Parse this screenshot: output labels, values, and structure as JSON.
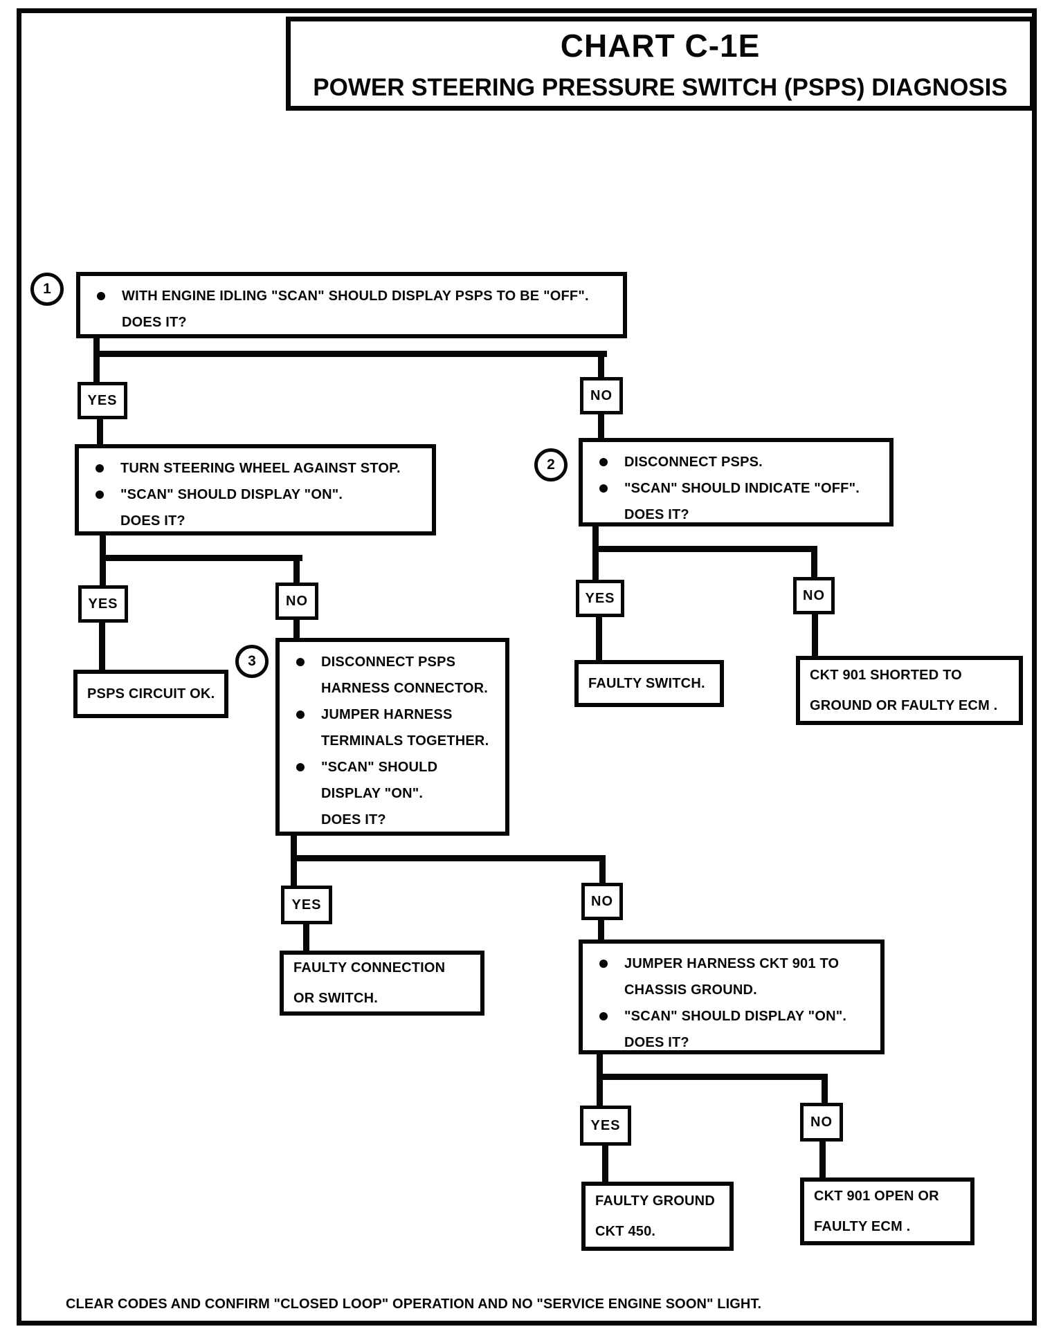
{
  "title": {
    "line1": "CHART C-1E",
    "line2": "POWER STEERING PRESSURE SWITCH (PSPS) DIAGNOSIS"
  },
  "labels": {
    "yes": "YES",
    "no": "NO"
  },
  "steps": {
    "s1": {
      "num": "1",
      "b1": "WITH ENGINE IDLING \"SCAN\" SHOULD DISPLAY PSPS TO BE \"OFF\".",
      "c1": "DOES IT?"
    },
    "s1yes": {
      "b1": "TURN STEERING WHEEL AGAINST STOP.",
      "b2": "\"SCAN\" SHOULD DISPLAY \"ON\".",
      "c1": "DOES IT?"
    },
    "s2": {
      "num": "2",
      "b1": "DISCONNECT PSPS.",
      "b2": "\"SCAN\" SHOULD INDICATE \"OFF\".",
      "c1": "DOES IT?"
    },
    "s3": {
      "num": "3",
      "b1a": "DISCONNECT PSPS",
      "b1b": "HARNESS CONNECTOR.",
      "b2a": "JUMPER HARNESS",
      "b2b": "TERMINALS TOGETHER.",
      "b3a": "\"SCAN\" SHOULD",
      "b3b": "DISPLAY \"ON\".",
      "c1": "DOES IT?"
    },
    "s4": {
      "b1a": "JUMPER HARNESS CKT 901 TO",
      "b1b": "CHASSIS GROUND.",
      "b2": "\"SCAN\" SHOULD DISPLAY \"ON\".",
      "c1": "DOES IT?"
    }
  },
  "results": {
    "psps_ok": {
      "l1": "PSPS CIRCUIT OK."
    },
    "faulty_switch": {
      "l1": "FAULTY SWITCH."
    },
    "ckt901_shorted": {
      "l1": "CKT 901 SHORTED TO",
      "l2": "GROUND OR FAULTY ECM ."
    },
    "faulty_connection": {
      "l1": "FAULTY CONNECTION",
      "l2": "OR SWITCH."
    },
    "faulty_ground": {
      "l1": "FAULTY GROUND",
      "l2": "CKT 450."
    },
    "ckt901_open": {
      "l1": "CKT 901 OPEN OR",
      "l2": "FAULTY ECM ."
    }
  },
  "footer": "CLEAR CODES AND CONFIRM \"CLOSED LOOP\"  OPERATION AND NO \"SERVICE ENGINE SOON\" LIGHT."
}
